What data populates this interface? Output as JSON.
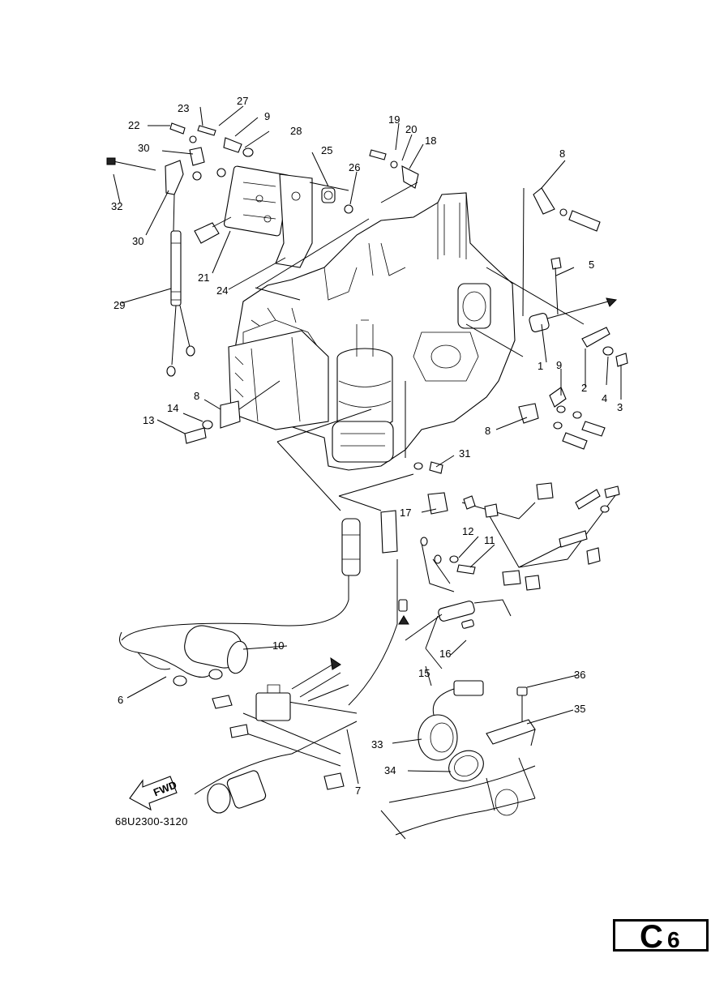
{
  "callouts": [
    "1",
    "2",
    "3",
    "4",
    "5",
    "6",
    "7",
    "8",
    "8",
    "8",
    "9",
    "9",
    "10",
    "11",
    "12",
    "13",
    "14",
    "15",
    "16",
    "17",
    "18",
    "19",
    "20",
    "21",
    "22",
    "23",
    "24",
    "25",
    "26",
    "27",
    "28",
    "29",
    "30",
    "30",
    "31",
    "32",
    "33",
    "34",
    "35",
    "36"
  ],
  "fwd_label": "FWD",
  "diagram_code": "68U2300-3120",
  "page_tab": {
    "letter": "C",
    "number": "6"
  }
}
